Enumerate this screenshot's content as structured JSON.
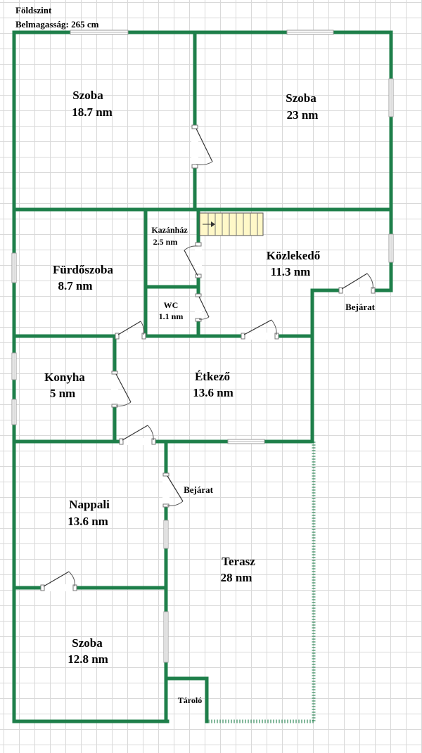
{
  "header": {
    "floor": "Földszint",
    "ceiling_height": "Belmagasság: 265 cm"
  },
  "rooms": [
    {
      "name": "Szoba",
      "area": "18.7 nm"
    },
    {
      "name": "Szoba",
      "area": "23 nm"
    },
    {
      "name": "Kazánház",
      "area": "2.5 nm"
    },
    {
      "name": "Közlekedő",
      "area": "11.3 nm"
    },
    {
      "name": "Fürdőszoba",
      "area": "8.7 nm"
    },
    {
      "name": "WC",
      "area": "1.1 nm"
    },
    {
      "name": "Konyha",
      "area": "5 nm"
    },
    {
      "name": "Étkező",
      "area": "13.6 nm"
    },
    {
      "name": "Nappali",
      "area": "13.6 nm"
    },
    {
      "name": "Terasz",
      "area": "28 nm"
    },
    {
      "name": "Szoba",
      "area": "12.8 nm"
    },
    {
      "name": "Tároló",
      "area": ""
    }
  ],
  "entrances": [
    {
      "label": "Bejárat"
    },
    {
      "label": "Bejárat"
    }
  ],
  "colors": {
    "wall": "#1e7f4a",
    "grid": "#d9d9d9",
    "stairs": "#fff8c8"
  }
}
